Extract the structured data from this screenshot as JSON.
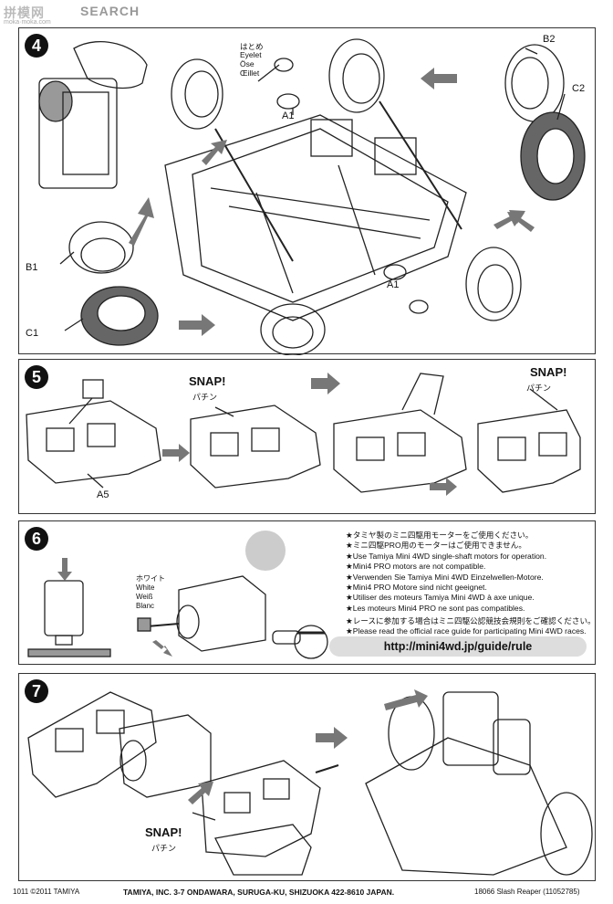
{
  "watermark": {
    "brand": "拼模网",
    "search": "SEARCH",
    "site": "moka·moka.com"
  },
  "step4": {
    "number": "4",
    "eyelet_labels": [
      "はとめ",
      "Eyelet",
      "Öse",
      "Œillet"
    ],
    "part_a1_top": "A1",
    "part_a1_bottom": "A1",
    "part_b1": "B1",
    "part_c1": "C1",
    "part_b2": "B2",
    "part_c2": "C2"
  },
  "step5": {
    "number": "5",
    "snap1": "SNAP!",
    "snap1_jp": "パチン",
    "snap2": "SNAP!",
    "snap2_jp": "パチン",
    "part_a5": "A5"
  },
  "step6": {
    "number": "6",
    "white_labels": [
      "ホワイト",
      "White",
      "Weiß",
      "Blanc"
    ],
    "notes": [
      "★タミヤ製のミニ四駆用モーターをご使用ください。",
      "★ミニ四駆PRO用のモーターはご使用できません。",
      "★Use Tamiya Mini 4WD single-shaft motors for operation.",
      "★Mini4 PRO motors are not compatible.",
      "★Verwenden Sie Tamiya Mini 4WD Einzelwellen-Motore.",
      "★Mini4 PRO Motore sind nicht geeignet.",
      "★Utiliser des moteurs Tamiya Mini 4WD à axe unique.",
      "★Les moteurs Mini4 PRO ne sont pas compatibles."
    ],
    "race_notes": [
      "★レースに参加する場合はミニ四駆公認競技会規則をご確認ください。",
      "★Please read the official race guide for participating Mini 4WD races."
    ],
    "url": "http://mini4wd.jp/guide/rule"
  },
  "step7": {
    "number": "7",
    "snap": "SNAP!",
    "snap_jp": "パチン"
  },
  "footer": {
    "left": "1011 ©2011 TAMIYA",
    "center": "TAMIYA, INC.  3-7 ONDAWARA, SURUGA-KU, SHIZUOKA 422-8610 JAPAN.",
    "right": "18066 Slash Reaper (11052785)"
  }
}
